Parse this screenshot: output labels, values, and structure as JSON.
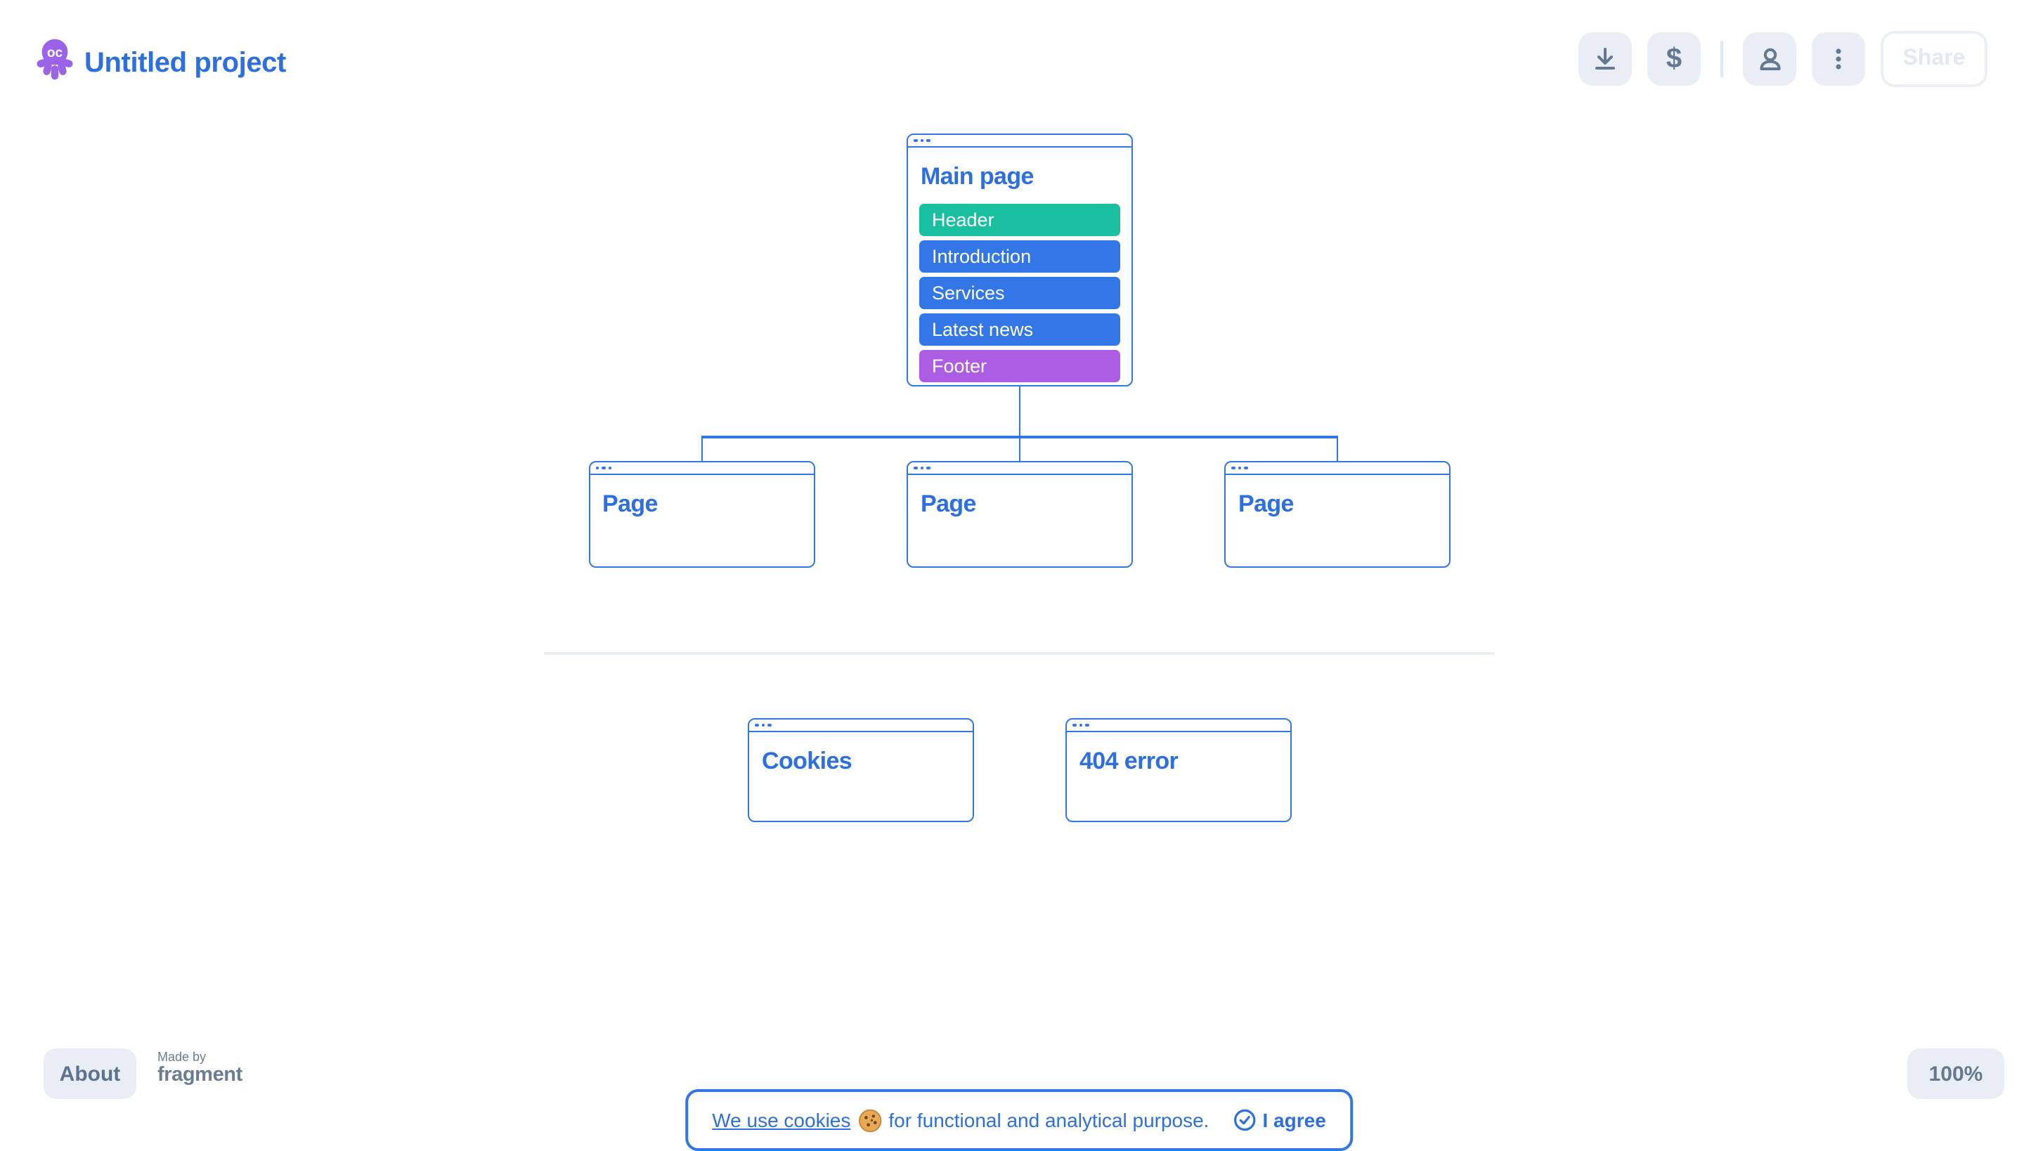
{
  "header": {
    "project_title": "Untitled project",
    "toolbar": {
      "pricing_glyph": "$",
      "share_label": "Share",
      "icons": [
        "download-icon",
        "pricing-dollar-icon",
        "user-icon",
        "more-kebab-icon"
      ]
    }
  },
  "canvas": {
    "main_page": {
      "title": "Main page",
      "blocks": [
        {
          "label": "Header",
          "color": "#1abf9f"
        },
        {
          "label": "Introduction",
          "color": "#3377e7"
        },
        {
          "label": "Services",
          "color": "#3377e7"
        },
        {
          "label": "Latest news",
          "color": "#3377e7"
        },
        {
          "label": "Footer",
          "color": "#ad5ce4"
        }
      ]
    },
    "pages": [
      {
        "title": "Page"
      },
      {
        "title": "Page"
      },
      {
        "title": "Page"
      }
    ],
    "orphan_pages": [
      {
        "title": "Cookies"
      },
      {
        "title": "404 error"
      }
    ]
  },
  "footer": {
    "about_label": "About",
    "made_by": "Made by",
    "brand": "fragment",
    "zoom_level": "100%"
  },
  "cookie_banner": {
    "link_text": "We use cookies",
    "cookie_icon": "cookie-icon",
    "message": "for functional and analytical purpose.",
    "agree_icon": "check-circle-icon",
    "agree_label": "I agree"
  },
  "colors": {
    "primary_blue": "#3377e7",
    "title_blue": "#2e6fe0",
    "teal_block": "#1abf9f",
    "purple_block": "#ad5ce4",
    "brand_purple": "#9b63e8",
    "slate_icon": "#64788f"
  }
}
